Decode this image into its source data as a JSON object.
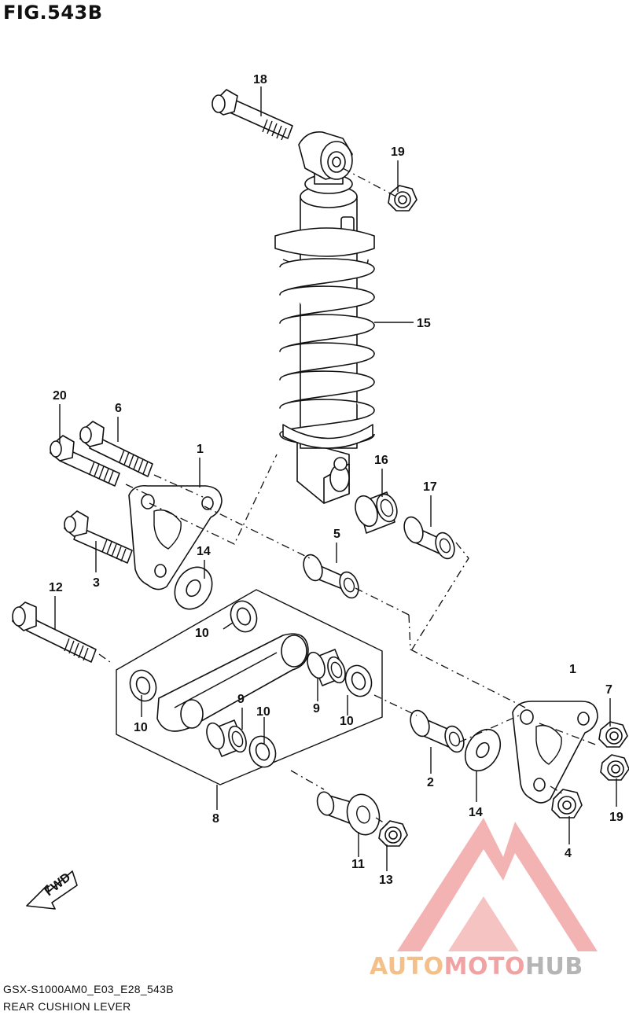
{
  "figure": {
    "title": "FIG.543B",
    "model_code": "GSX-S1000AM0_E03_E28_543B",
    "section_name": "REAR CUSHION LEVER"
  },
  "fwd_label": "FWD",
  "callouts": {
    "c1a": "1",
    "c1b": "1",
    "c2": "2",
    "c3": "3",
    "c4": "4",
    "c5": "5",
    "c6": "6",
    "c7": "7",
    "c8": "8",
    "c9a": "9",
    "c9b": "9",
    "c10a": "10",
    "c10b": "10",
    "c10c": "10",
    "c10d": "10",
    "c11": "11",
    "c12": "12",
    "c13": "13",
    "c14a": "14",
    "c14b": "14",
    "c15": "15",
    "c16": "16",
    "c17": "17",
    "c18": "18",
    "c19a": "19",
    "c19b": "19",
    "c20": "20"
  },
  "watermark": {
    "part1": "AUTO",
    "part2": "MOTO",
    "part3": "HUB",
    "colors": {
      "auto": "#f4c08a",
      "moto": "#f1a3a3",
      "hub": "#b5b5b5",
      "logo": "#ef9a9a"
    }
  }
}
